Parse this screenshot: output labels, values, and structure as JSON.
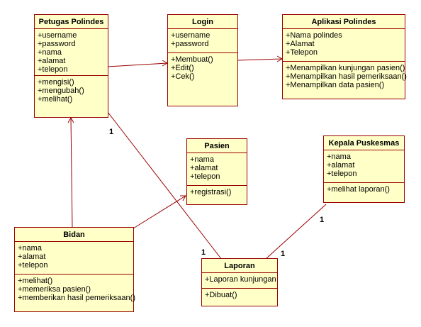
{
  "classes": {
    "petugas": {
      "name": "Petugas Polindes",
      "attributes": [
        "+username",
        "+password",
        "+nama",
        "+alamat",
        "+telepon"
      ],
      "operations": [
        "+mengisi()",
        "+mengubah()",
        "+melihat()"
      ]
    },
    "login": {
      "name": "Login",
      "attributes": [
        "+username",
        "+password"
      ],
      "operations": [
        "+Membuat()",
        "+Edit()",
        "+Cek()"
      ]
    },
    "aplikasi": {
      "name": "Aplikasi Polindes",
      "attributes": [
        "+Nama polindes",
        "+Alamat",
        "+Telepon"
      ],
      "operations": [
        "+Menampilkan kunjungan pasien()",
        "+Menampilkan hasil pemeriksaan()",
        "+Menampilkan data pasien()"
      ]
    },
    "pasien": {
      "name": "Pasien",
      "attributes": [
        "+nama",
        "+alamat",
        "+telepon"
      ],
      "operations": [
        "+registrasi()"
      ]
    },
    "kepala": {
      "name": "Kepala Puskesmas",
      "attributes": [
        "+nama",
        "+alamat",
        "+telepon"
      ],
      "operations": [
        "+melihat laporan()"
      ]
    },
    "bidan": {
      "name": "Bidan",
      "attributes": [
        "+nama",
        "+alamat",
        "+telepon"
      ],
      "operations": [
        "+melihat()",
        "+memeriksa pasien()",
        "+memberikan hasil pemeriksaan()"
      ]
    },
    "laporan": {
      "name": "Laporan",
      "attributes": [
        "+Laporan kunjungan"
      ],
      "operations": [
        "+Dibuat()"
      ]
    }
  },
  "multiplicities": {
    "petugas_laporan_src": "1",
    "petugas_laporan_dst": "1",
    "kepala_laporan_src": "1",
    "kepala_laporan_dst": "1"
  },
  "colors": {
    "class_fill": "#ffffc8",
    "class_border": "#990000",
    "line": "#990000"
  }
}
